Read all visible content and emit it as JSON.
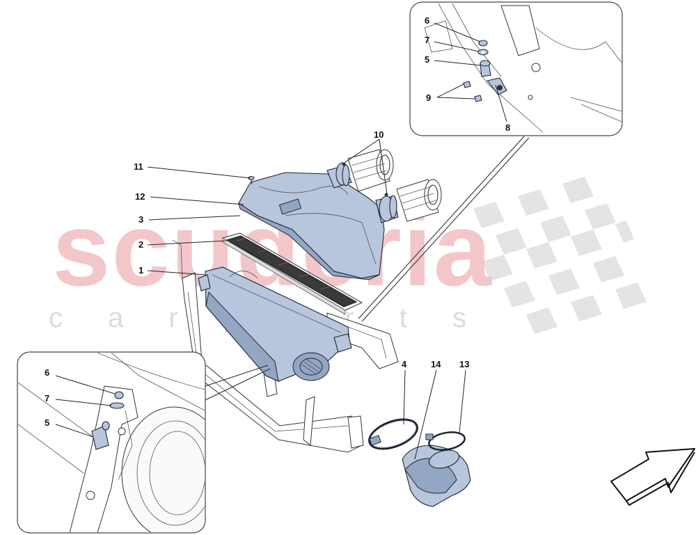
{
  "watermark": {
    "brand": "scuderia",
    "sub": "c a r   p a r t s",
    "brand_color": "#f3c7c9",
    "sub_color": "#dcdcdc"
  },
  "colors": {
    "part_fill": "#b7c6dd",
    "part_shade": "#93a6c4",
    "outline": "#1d2430"
  },
  "callouts": {
    "c1": "1",
    "c2": "2",
    "c3": "3",
    "c4": "4",
    "c10": "10",
    "c11": "11",
    "c12": "12",
    "c13": "13",
    "c14": "14",
    "top_inset": {
      "c6": "6",
      "c7": "7",
      "c5": "5",
      "c9": "9",
      "c8": "8"
    },
    "bottom_inset": {
      "c6": "6",
      "c7": "7",
      "c5": "5"
    }
  },
  "icons": {
    "direction_arrow": "arrow-right-up-icon",
    "checker_flag": "checkered-flag-icon"
  }
}
